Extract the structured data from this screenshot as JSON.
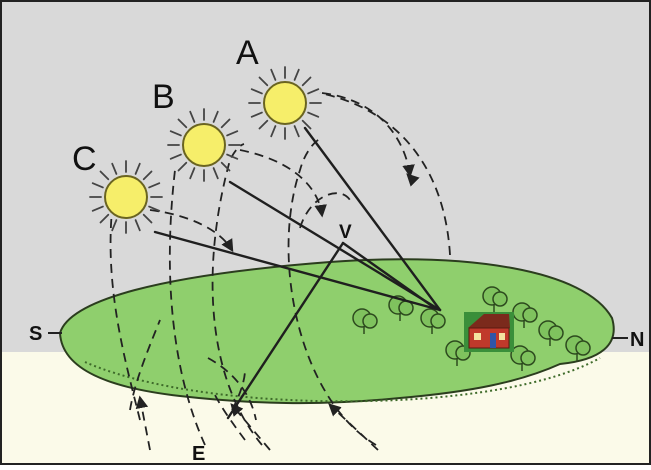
{
  "labels": {
    "sun_a": "A",
    "sun_b": "B",
    "sun_c": "C",
    "south": "S",
    "north": "N",
    "east": "E",
    "vertex": "V"
  },
  "icons": {
    "sun": "sun-icon",
    "house": "house-icon",
    "tree": "tree-icon"
  },
  "colors": {
    "sky": "#d9d9d9",
    "ground_band": "#fbfae9",
    "hill": "#8fcf6d",
    "sun_fill": "#f6ee6a",
    "line": "#1f1f1f",
    "house_wall": "#c0392b",
    "house_roof": "#7b2a1c",
    "border": "#222222"
  }
}
